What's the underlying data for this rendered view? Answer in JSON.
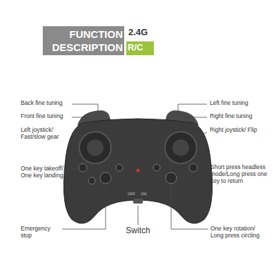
{
  "diagram": {
    "title": "FUNCTION DESCRIPTION",
    "labels": [
      "2.4G",
      "R/C",
      "Back fine tuning",
      "Front fine tuning",
      "Left joystick/ Fast/slow gear",
      "One key takeoff/ One key landing",
      "Emergency stop",
      "Switch",
      "OFF",
      "ON",
      "Left fine tuning",
      "Right fine tuning",
      "Right joystick/ Flip",
      "Short press headless mode/Long press one key to return",
      "One key rotation/ Long press circling"
    ]
  }
}
